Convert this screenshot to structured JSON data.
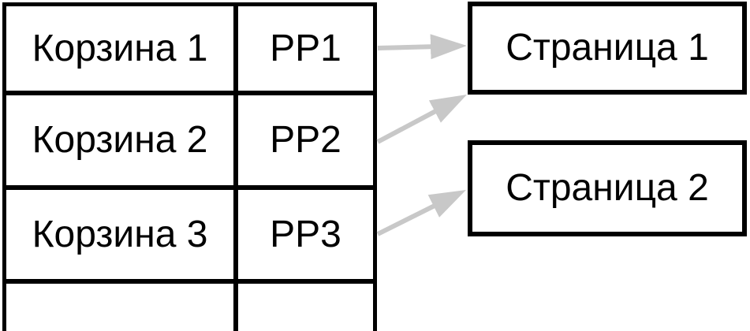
{
  "colors": {
    "line": "#000000",
    "text": "#000000",
    "arrow": "#c8c8c8",
    "background": "#ffffff"
  },
  "table": {
    "rows": [
      {
        "basket": "Корзина 1",
        "code": "PP1"
      },
      {
        "basket": "Корзина 2",
        "code": "PP2"
      },
      {
        "basket": "Корзина 3",
        "code": "PP3"
      },
      {
        "basket": "",
        "code": ""
      }
    ]
  },
  "pages": [
    {
      "label": "Страница 1"
    },
    {
      "label": "Страница 2"
    }
  ],
  "edges": [
    {
      "from": "PP1",
      "to": "Страница 1"
    },
    {
      "from": "PP2",
      "to": "Страница 1"
    },
    {
      "from": "PP3",
      "to": "Страница 2"
    }
  ]
}
